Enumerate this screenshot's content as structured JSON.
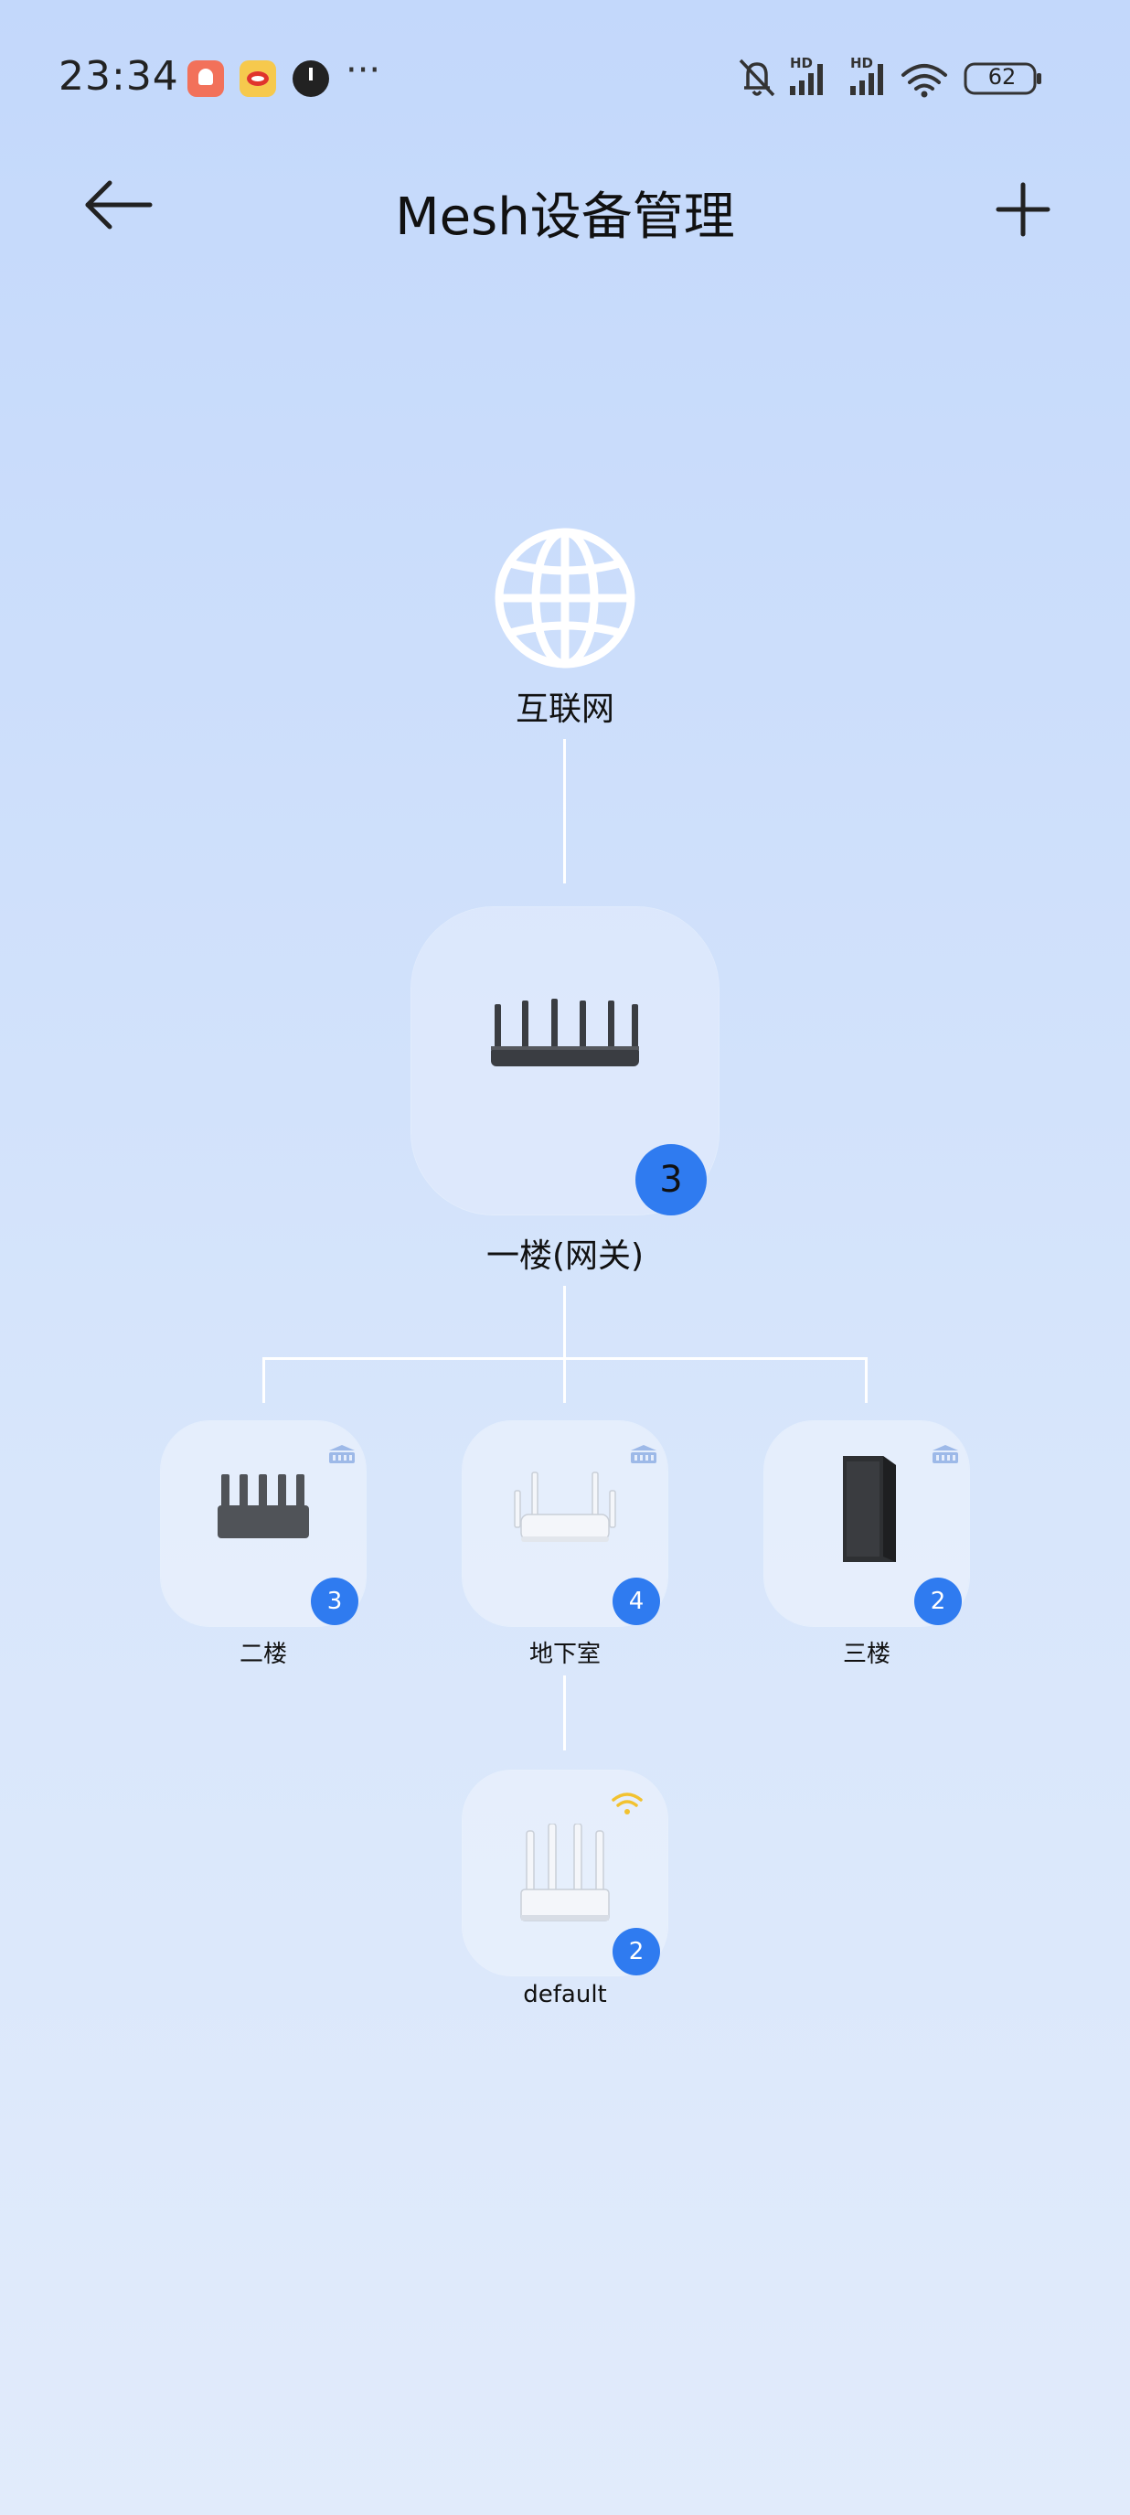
{
  "status_bar": {
    "time": "23:34",
    "battery": "62",
    "signal_labels": [
      "HD",
      "HD"
    ]
  },
  "header": {
    "title": "Mesh设备管理"
  },
  "topology": {
    "internet_label": "互联网",
    "gateway": {
      "label": "一楼(网关)",
      "count": "3"
    },
    "nodes": [
      {
        "label": "二楼",
        "count": "3"
      },
      {
        "label": "地下室",
        "count": "4"
      },
      {
        "label": "三楼",
        "count": "2"
      }
    ],
    "child": {
      "label": "default",
      "count": "2"
    }
  },
  "colors": {
    "accent": "#2f7bf0",
    "wifi_yellow": "#f2c230",
    "wired_icon": "#9db9e8"
  }
}
